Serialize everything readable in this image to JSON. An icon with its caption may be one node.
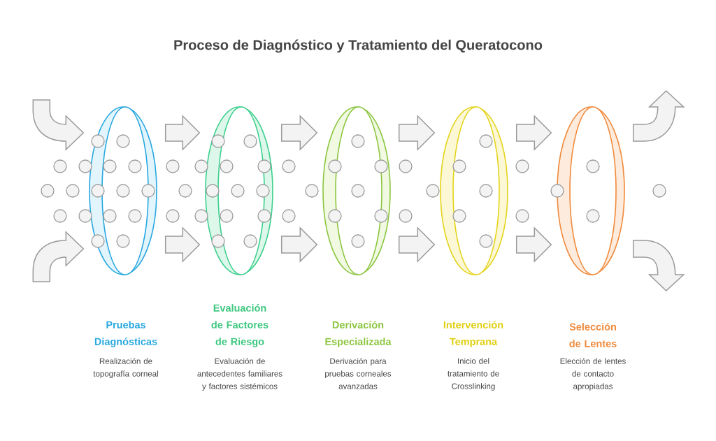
{
  "diagram": {
    "title": "Proceso de Diagnóstico y Tratamiento del Queratocono",
    "nodes": [
      {
        "text": [
          "Pruebas Diagnósticas"
        ]
      },
      {
        "text": [
          "Evaluación de Factores de Riesgo"
        ]
      },
      {
        "text": [
          "Derivación Especializada"
        ]
      },
      {
        "text": [
          "Intervención Temprana"
        ]
      },
      {
        "text": [
          "Selección de Lentes"
        ]
      }
    ],
    "labels": [
      "Realización de topografía corneal",
      "Evaluación de antecedentes familiares y factores sistémicos",
      "Derivación para pruebas corneales avanzadas",
      "Inicio del tratamiento de Crosslinking",
      "Elección de lentes de contacto apropiadas"
    ],
    "edges": [
      {
        "from": null,
        "to": 0,
        "arrow": "to"
      },
      {
        "from": null,
        "to": 0,
        "arrow": "to"
      },
      {
        "from": 0,
        "to": 1,
        "arrow": "to"
      },
      {
        "from": 0,
        "to": 1,
        "arrow": "to"
      },
      {
        "from": 1,
        "to": 2,
        "arrow": "to"
      },
      {
        "from": 1,
        "to": 2,
        "arrow": "to"
      },
      {
        "from": 2,
        "to": 3,
        "arrow": "to"
      },
      {
        "from": 2,
        "to": 3,
        "arrow": "to"
      },
      {
        "from": 3,
        "to": 4,
        "arrow": "to"
      },
      {
        "from": 3,
        "to": 4,
        "arrow": "to"
      },
      {
        "from": 4,
        "to": null,
        "arrow": "to"
      },
      {
        "from": 4,
        "to": null,
        "arrow": "to"
      }
    ]
  }
}
